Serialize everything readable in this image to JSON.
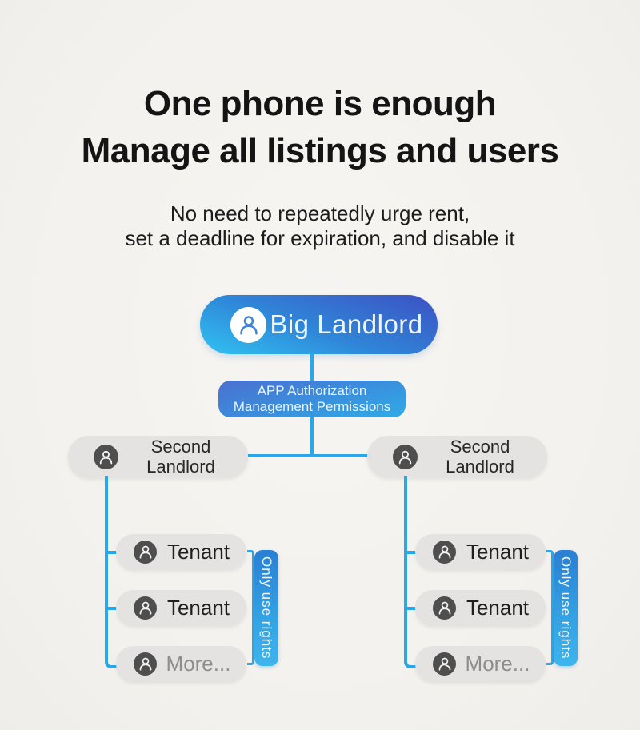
{
  "header": {
    "title_line1": "One phone is enough",
    "title_line2": "Manage all listings and users",
    "subtitle_line1": "No need to repeatedly urge rent,",
    "subtitle_line2": "set a deadline for expiration, and disable it"
  },
  "diagram": {
    "root": {
      "label": "Big Landlord",
      "icon": "person-icon"
    },
    "permission": {
      "line1": "APP Authorization",
      "line2": "Management Permissions"
    },
    "groups": [
      {
        "parent_line1": "Second",
        "parent_line2": "Landlord",
        "parent_icon": "person-icon",
        "children": [
          "Tenant",
          "Tenant",
          "More..."
        ],
        "side_label": "Only use rights"
      },
      {
        "parent_line1": "Second",
        "parent_line2": "Landlord",
        "parent_icon": "person-icon",
        "children": [
          "Tenant",
          "Tenant",
          "More..."
        ],
        "side_label": "Only use rights"
      }
    ],
    "colors": {
      "connector": "#2aa7e9",
      "root_gradient_start": "#3d51c3",
      "root_gradient_end": "#31c3f1",
      "permission_gradient_start": "#4a70d1",
      "permission_gradient_end": "#2fabe7",
      "pill_gray": "#e4e3e1",
      "avatar_gray": "#4f4e4e",
      "side_bar_start": "#2a7fd3",
      "side_bar_end": "#3db5ed",
      "background": "#f4f2ee"
    }
  }
}
